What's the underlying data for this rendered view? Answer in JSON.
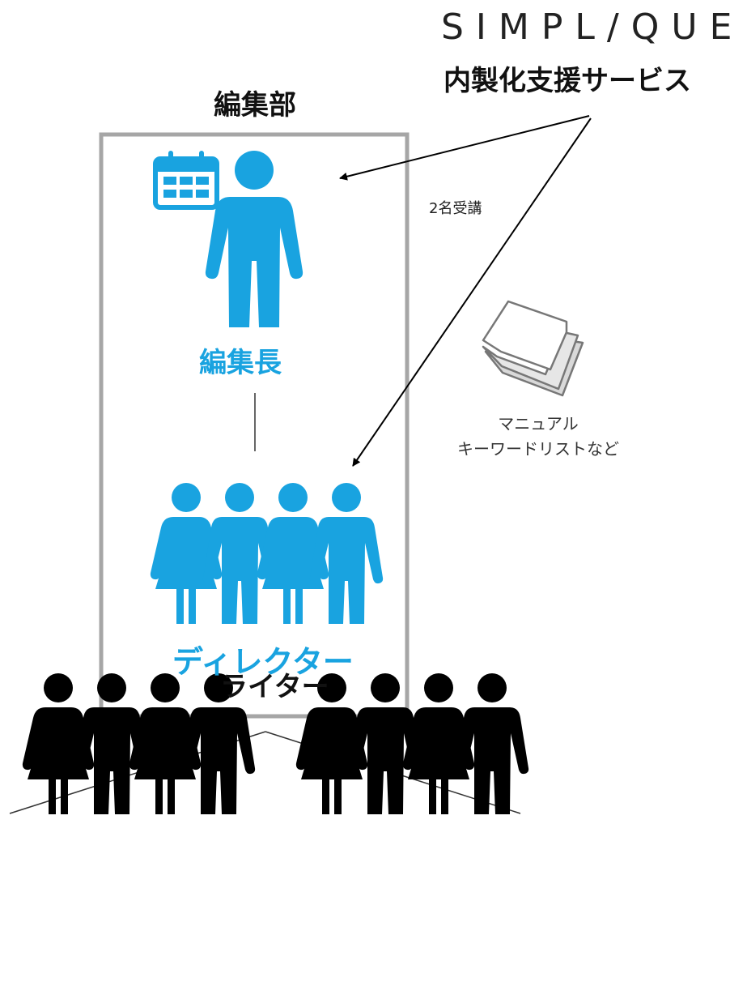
{
  "brand": {
    "logo_text": "SIMPL/QUE"
  },
  "service": {
    "title": "内製化支援サービス"
  },
  "department": {
    "title": "編集部"
  },
  "roles": {
    "chief": "編集長",
    "director": "ディレクター",
    "writer": "ライター"
  },
  "annotations": {
    "trainees": "2名受講",
    "materials_line1": "マニュアル",
    "materials_line2": "キーワードリストなど"
  },
  "colors": {
    "accent_blue": "#19a3e0",
    "writer_black": "#000000",
    "frame_gray": "#a6a6a6"
  },
  "icons": {
    "chief": "calendar-icon",
    "materials": "document-stack-icon"
  }
}
